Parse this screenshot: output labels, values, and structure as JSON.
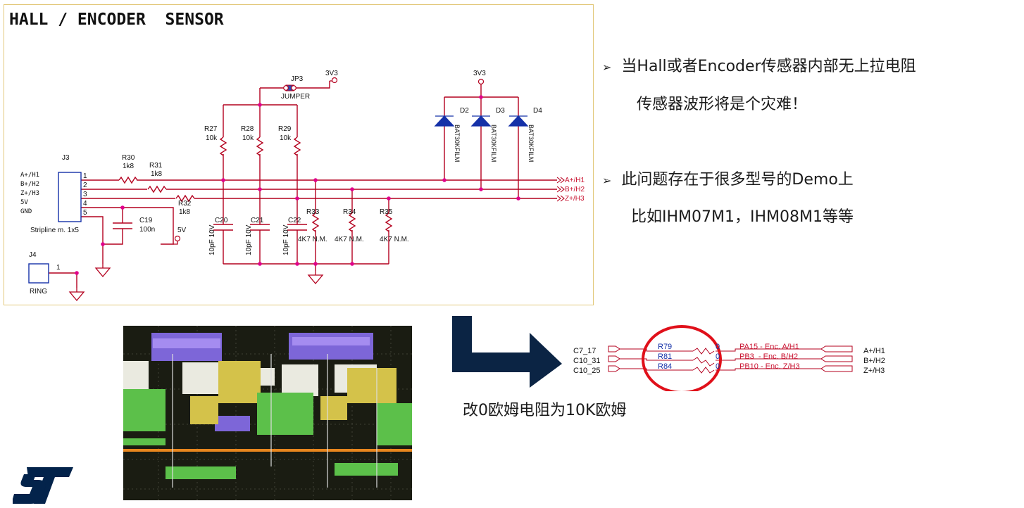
{
  "schematic": {
    "title": "HALL / ENCODER  SENSOR",
    "jumper": {
      "ref": "JP3",
      "label": "JUMPER",
      "supply": "3V3"
    },
    "diode_supply": "3V3",
    "resistors_top": [
      {
        "ref": "R27",
        "value": "10k"
      },
      {
        "ref": "R28",
        "value": "10k"
      },
      {
        "ref": "R29",
        "value": "10k"
      }
    ],
    "series_resistors": [
      {
        "ref": "R30",
        "value": "1k8"
      },
      {
        "ref": "R31",
        "value": "1k8"
      },
      {
        "ref": "R32",
        "value": "1k8"
      }
    ],
    "diodes": [
      {
        "ref": "D2",
        "part": "BAT30KFILM"
      },
      {
        "ref": "D3",
        "part": "BAT30KFILM"
      },
      {
        "ref": "D4",
        "part": "BAT30KFILM"
      }
    ],
    "connector": {
      "ref": "J3",
      "desc": "Stripline m. 1x5",
      "pins": [
        "1",
        "2",
        "3",
        "4",
        "5"
      ],
      "signals": [
        "A+/H1",
        "B+/H2",
        "Z+/H3",
        "5V",
        "GND"
      ]
    },
    "cap_bulk": {
      "ref": "C19",
      "value": "100n"
    },
    "supply_5v": "5V",
    "caps_filter": [
      {
        "ref": "C20",
        "value": "10pF 10V"
      },
      {
        "ref": "C21",
        "value": "10pF 10V"
      },
      {
        "ref": "C22",
        "value": "10pF 10V"
      }
    ],
    "pulldowns": [
      {
        "ref": "R33",
        "value": "4K7 N.M."
      },
      {
        "ref": "R34",
        "value": "4K7 N.M."
      },
      {
        "ref": "R35",
        "value": "4K7 N.M."
      }
    ],
    "outputs": [
      "A+/H1",
      "B+/H2",
      "Z+/H3"
    ],
    "ring": {
      "ref": "J4",
      "pin": "1",
      "label": "RING"
    }
  },
  "bullets": [
    {
      "lines": [
        "当Hall或者Encoder传感器内部无上拉电阻",
        "传感器波形将是个灾难！"
      ]
    },
    {
      "lines": [
        "此问题存在于很多型号的Demo上",
        "比如IHM07M1，IHM08M1等等"
      ]
    }
  ],
  "bullet_marker": "➢",
  "fix_schematic": {
    "inputs": [
      "C7_17",
      "C10_31",
      "C10_25"
    ],
    "resistors": [
      {
        "ref": "R79",
        "value": "0"
      },
      {
        "ref": "R81",
        "value": "0"
      },
      {
        "ref": "R84",
        "value": "0"
      }
    ],
    "nets": [
      "PA15 - Enc. A/H1",
      "PB3  - Enc. B/H2",
      "PB10 - Enc. Z/H3"
    ],
    "outputs": [
      "A+/H1",
      "B+/H2",
      "Z+/H3"
    ]
  },
  "caption": "改0欧姆电阻为10K欧姆",
  "colors": {
    "wire": "#b4001e",
    "junction": "#e0008c",
    "net_label": "#c8102e",
    "highlight": "#e0101a",
    "arrow": "#0b2444",
    "logo": "#03234b"
  },
  "icons": {
    "logo": "st-logo",
    "arrow": "down-right-arrow",
    "photo": "oscilloscope-capture"
  }
}
